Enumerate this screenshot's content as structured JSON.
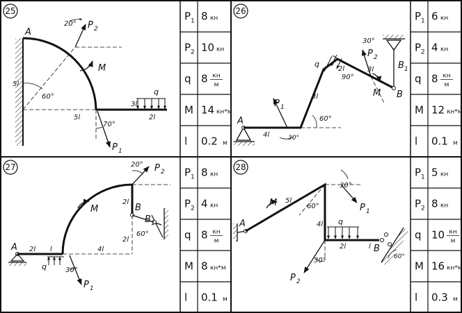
{
  "problems": [
    {
      "number": "25",
      "table": [
        {
          "sym": "P",
          "sub": "1",
          "value": "8",
          "unit": "кн"
        },
        {
          "sym": "P",
          "sub": "2",
          "value": "10",
          "unit": "кн"
        },
        {
          "sym": "q",
          "sub": "",
          "value": "8",
          "unit_num": "кн",
          "unit_den": "м"
        },
        {
          "sym": "M",
          "sub": "",
          "value": "14",
          "unit": "кн*м"
        },
        {
          "sym": "l",
          "sub": "",
          "value": "0.2",
          "unit": "м"
        }
      ],
      "labels": {
        "A": "A",
        "P2": "P",
        "P2sub": "2",
        "P1": "P",
        "P1sub": "1",
        "M": "M",
        "q": "q",
        "ang20": "20°",
        "ang60": "60°",
        "ang70": "70°",
        "len5l_v": "5l",
        "len5l_h": "5l",
        "len3l": "3l",
        "len2l": "2l"
      }
    },
    {
      "number": "26",
      "table": [
        {
          "sym": "P",
          "sub": "1",
          "value": "6",
          "unit": "кн"
        },
        {
          "sym": "P",
          "sub": "2",
          "value": "4",
          "unit": "кн"
        },
        {
          "sym": "q",
          "sub": "",
          "value": "8",
          "unit_num": "кн",
          "unit_den": "м"
        },
        {
          "sym": "M",
          "sub": "",
          "value": "12",
          "unit": "кн*м"
        },
        {
          "sym": "l",
          "sub": "",
          "value": "0.1",
          "unit": "м"
        }
      ],
      "labels": {
        "A": "A",
        "B": "B",
        "B1": "B",
        "B1sub": "1",
        "P1": "P",
        "P1sub": "1",
        "P2": "P",
        "P2sub": "2",
        "M": "M",
        "q": "q",
        "ang30a": "30°",
        "ang30b": "30°",
        "ang60": "60°",
        "ang90": "90°",
        "len4l": "4l",
        "len3l_a": "3l",
        "len3l_b": "3l",
        "len2l": "2l"
      }
    },
    {
      "number": "27",
      "table": [
        {
          "sym": "P",
          "sub": "1",
          "value": "8",
          "unit": "кн"
        },
        {
          "sym": "P",
          "sub": "2",
          "value": "4",
          "unit": "кн"
        },
        {
          "sym": "q",
          "sub": "",
          "value": "8",
          "unit_num": "кн",
          "unit_den": "м"
        },
        {
          "sym": "M",
          "sub": "",
          "value": "8",
          "unit": "кн*м"
        },
        {
          "sym": "l",
          "sub": "",
          "value": "0.1",
          "unit": "м"
        }
      ],
      "labels": {
        "A": "A",
        "B": "B",
        "B1": "B",
        "B1sub": "1",
        "P1": "P",
        "P1sub": "1",
        "P2": "P",
        "P2sub": "2",
        "M": "M",
        "q": "q",
        "ang20": "20°",
        "ang60": "60°",
        "ang30": "30°",
        "len2l_a": "2l",
        "len_l": "l",
        "len4l": "4l",
        "len2l_b": "2l",
        "len2l_c": "2l"
      }
    },
    {
      "number": "28",
      "table": [
        {
          "sym": "P",
          "sub": "1",
          "value": "5",
          "unit": "кн"
        },
        {
          "sym": "P",
          "sub": "2",
          "value": "8",
          "unit": "кн"
        },
        {
          "sym": "q",
          "sub": "",
          "value": "10",
          "unit_num": "кн",
          "unit_den": "м"
        },
        {
          "sym": "M",
          "sub": "",
          "value": "16",
          "unit": "кн*м"
        },
        {
          "sym": "l",
          "sub": "",
          "value": "0.3",
          "unit": "м"
        }
      ],
      "labels": {
        "A": "A",
        "B": "B",
        "P1": "P",
        "P1sub": "1",
        "P2": "P",
        "P2sub": "2",
        "M": "M",
        "q": "q",
        "ang30a": "30°",
        "ang60a": "60°",
        "ang30b": "30°",
        "ang60b": "60°",
        "len5l": "5l",
        "len4l": "4l",
        "len2l": "2l",
        "len_l": "l"
      }
    }
  ]
}
